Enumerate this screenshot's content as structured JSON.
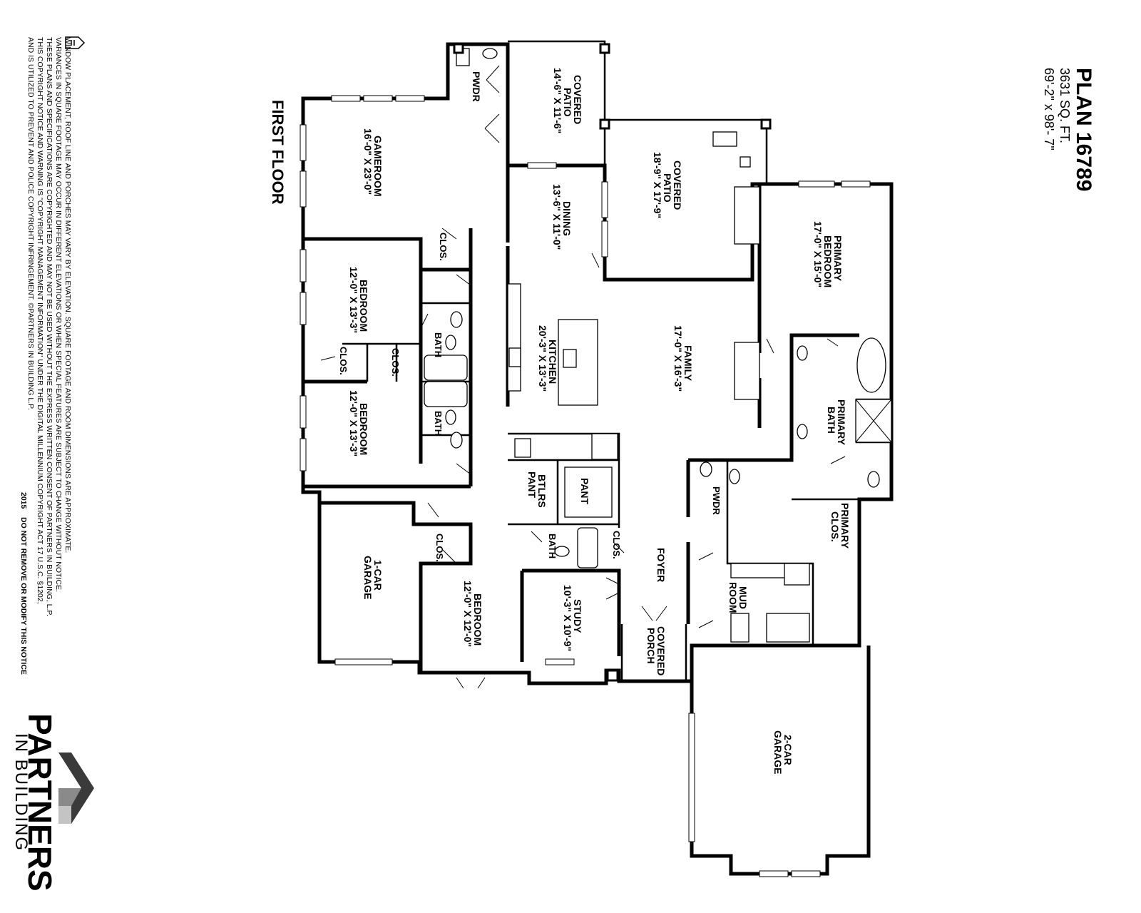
{
  "plan": {
    "title": "PLAN 16789",
    "sqft": "3631 SQ. FT.",
    "dimensions": "69'-2\" x 98'- 7\"",
    "floor_label": "FIRST FLOOR"
  },
  "rooms": {
    "covered_patio_small": {
      "name": "COVERED PATIO",
      "line1": "COVERED",
      "line2": "PATIO",
      "size": "14'-6\" X 11'-6\""
    },
    "covered_patio_large": {
      "line1": "COVERED",
      "line2": "PATIO",
      "size": "18'-9\" X 17'-9\""
    },
    "pwdr_top": {
      "name": "PWDR"
    },
    "gameroom": {
      "name": "GAMEROOM",
      "size": "16'-0\" X 23'-0\""
    },
    "dining": {
      "name": "DINING",
      "size": "13'-6\" X 11'-0\""
    },
    "primary_bedroom": {
      "line1": "PRIMARY",
      "line2": "BEDROOM",
      "size": "17'-0\" X 15'-0\""
    },
    "clos_gameroom": {
      "name": "CLOS."
    },
    "bedroom_1": {
      "name": "BEDROOM",
      "size": "12'-0\" X 13'-3\""
    },
    "bath_1": {
      "name": "BATH"
    },
    "clos_1": {
      "name": "CLOS."
    },
    "clos_2": {
      "name": "CLOS."
    },
    "kitchen": {
      "name": "KITCHEN",
      "size": "20'-3\" X 13'-3\""
    },
    "family": {
      "name": "FAMILY",
      "size": "17'-0\" X 16'-3\""
    },
    "bedroom_2": {
      "name": "BEDROOM",
      "size": "12'-0\" X 13'-3\""
    },
    "bath_2": {
      "name": "BATH"
    },
    "primary_bath": {
      "line1": "PRIMARY",
      "line2": "BATH"
    },
    "pant": {
      "name": "PANT"
    },
    "btlrs_pant": {
      "line1": "BTLRS",
      "line2": "PANT"
    },
    "pwdr_mid": {
      "name": "PWDR"
    },
    "primary_clos": {
      "line1": "PRIMARY",
      "line2": "CLOS."
    },
    "garage_1": {
      "line1": "1-CAR",
      "line2": "GARAGE"
    },
    "clos_3": {
      "name": "CLOS."
    },
    "bath_3": {
      "name": "BATH"
    },
    "clos_4": {
      "name": "CLOS."
    },
    "foyer": {
      "name": "FOYER"
    },
    "bedroom_3": {
      "name": "BEDROOM",
      "size": "12'-0\" X 12'-0\""
    },
    "study": {
      "name": "STUDY",
      "size": "10'-3\" X 10'-9\""
    },
    "mud_room": {
      "line1": "MUD",
      "line2": "ROOM"
    },
    "covered_porch": {
      "line1": "COVERED",
      "line2": "PORCH"
    },
    "garage_2": {
      "line1": "2-CAR",
      "line2": "GARAGE"
    }
  },
  "notice": {
    "line1": "WINDOW PLACEMENT, ROOF LINE AND PORCHES MAY VARY BY ELEVATION.  SQUARE FOOTAGE AND ROOM DIMENSIONS ARE APPROXIMATE.",
    "line2": "VARIANCES IN SQUARE FOOTAGE MAY OCCUR IN DIFFERENT ELEVATIONS OR WHEN SPECIAL FEATURES ARE SUBJECT TO CHANGE WITHOUT NOTICE.",
    "line3": "THESE PLANS AND SPECIFICATIONS ARE COPYRIGHTED AND MAY NOT BE USED WITHOUT THE EXPRESS WRITTEN CONSENT OF PARTNERS IN BUILDING, L.P.",
    "line4": "THIS COPYRIGHT NOTICE AND WARNING IS \"COPYRIGHT MANAGEMENT INFORMATION\" UNDER THE DIGITAL MILLENNIUM COPYRIGHT ACT 17 U.S.C.   §1202,",
    "line5": "AND IS UTILIZED TO PREVENT AND POLICE COPYRIGHT INFRINGEMENT.  ©PARTNERS IN BUILDING L.P.",
    "year": "2015",
    "warning": "DO NOT REMOVE OR MODIFY THIS NOTICE"
  },
  "logo": {
    "big": "PARTNERS",
    "small": "IN BUILDING",
    "colors": {
      "dark": "#3a3a3a",
      "mid": "#8a8a8a",
      "light": "#c4c4c4"
    }
  }
}
